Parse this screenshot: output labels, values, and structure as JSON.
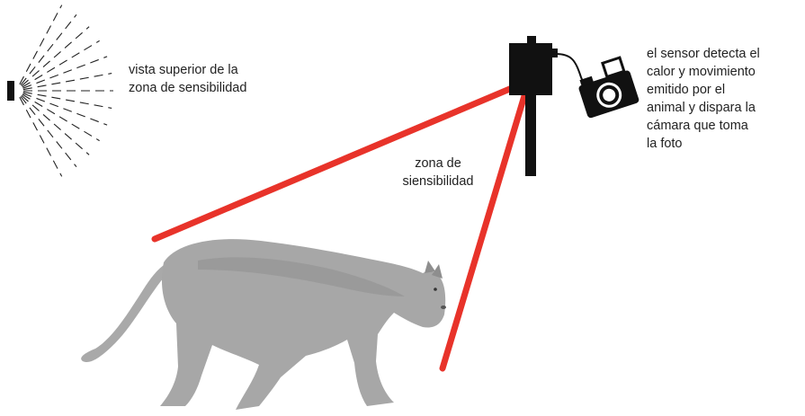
{
  "colors": {
    "beam": "#e8332a",
    "sensor": "#111111",
    "animal": "#a7a7a7",
    "text": "#222222"
  },
  "icons": [
    "sensor-device-icon",
    "camera-icon",
    "cougar-illustration",
    "sensor-top-view-icon"
  ],
  "labels": {
    "top_view": [
      "vista superior de la",
      "zona de sensibilidad"
    ],
    "zone": [
      "zona de",
      "siensibilidad"
    ],
    "description": [
      "el sensor detecta el",
      "calor y movimiento",
      "emitido por el",
      "animal y dispara la",
      "cámara que toma",
      "la foto"
    ]
  }
}
